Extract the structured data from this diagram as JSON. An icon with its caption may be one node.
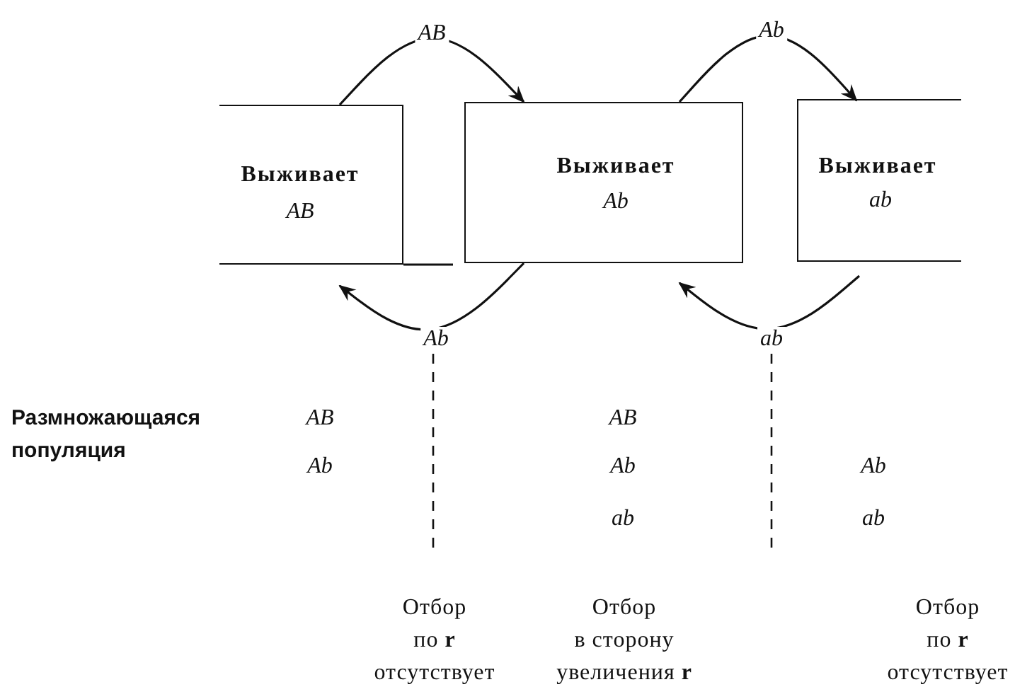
{
  "diagram": {
    "nodes": [
      {
        "text": [
          "Выживает",
          "AB"
        ]
      },
      {
        "text": [
          "Выживает",
          "Ab"
        ]
      },
      {
        "text": [
          "Выживает",
          "ab"
        ]
      }
    ],
    "edges": [
      {
        "from": 0,
        "to": 1,
        "arrow": "to",
        "label": "AB"
      },
      {
        "from": 1,
        "to": 2,
        "arrow": "to",
        "label": "Ab"
      },
      {
        "from": 1,
        "to": 0,
        "arrow": "to",
        "label": "Ab"
      },
      {
        "from": 2,
        "to": 1,
        "arrow": "to",
        "label": "ab"
      }
    ],
    "labels": [
      "Размножающаяся популяция",
      "AB",
      "AB",
      "Ab",
      "Ab",
      "Ab",
      "ab",
      "ab",
      "Отбор по **r** отсутствует",
      "Отбор в сторону увеличения **r**",
      "Отбор по **r** отсутствует"
    ]
  }
}
